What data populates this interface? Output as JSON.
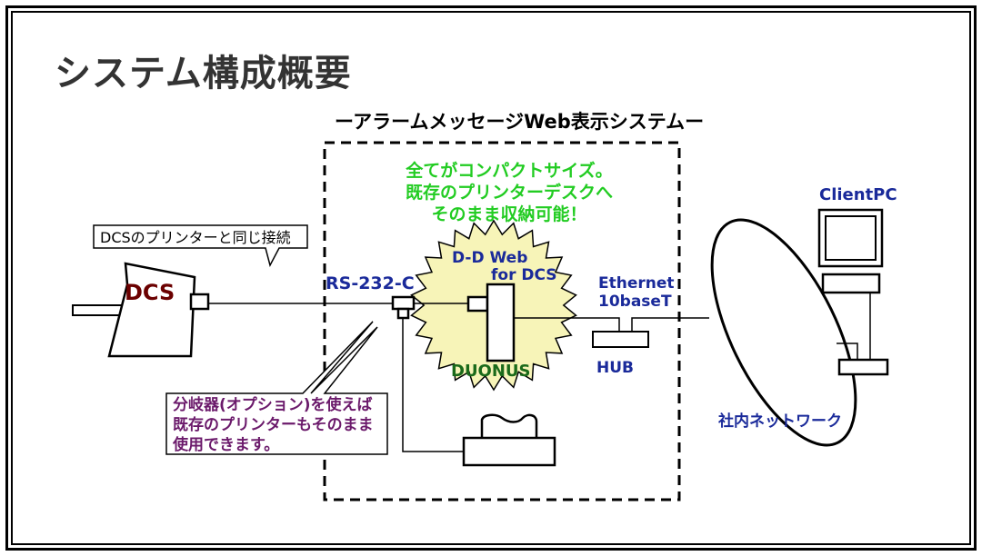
{
  "title": "システム構成概要",
  "subtitle": "ーアラームメッセージWeb表示システムー",
  "colors": {
    "title": "#333333",
    "note_green": "#22cc22",
    "label_blue": "#1a2a9a",
    "dcs_label": "#6b0000",
    "duonus_label": "#1a6a1a",
    "callout_purple": "#6b1a6b",
    "starburst_fill": "#f7f4b8"
  },
  "callouts": {
    "dcs_printer": "DCSのプリンターと同じ接続",
    "splitter_lines": [
      "分岐器(オプション)を使えば",
      "既存のプリンターもそのまま",
      "使用できます。"
    ]
  },
  "green_note_lines": [
    "全てがコンパクトサイズ。",
    "既存のプリンターデスクへ",
    "そのまま収納可能！"
  ],
  "labels": {
    "dcs": "DCS",
    "rs232c": "RS-232-C",
    "ddweb_line1": "D-D Web",
    "ddweb_line2": "for DCS",
    "duonus": "DUONUS",
    "ethernet_line1": "Ethernet",
    "ethernet_line2": "10baseT",
    "hub": "HUB",
    "clientpc": "ClientPC",
    "network": "社内ネットワーク"
  }
}
